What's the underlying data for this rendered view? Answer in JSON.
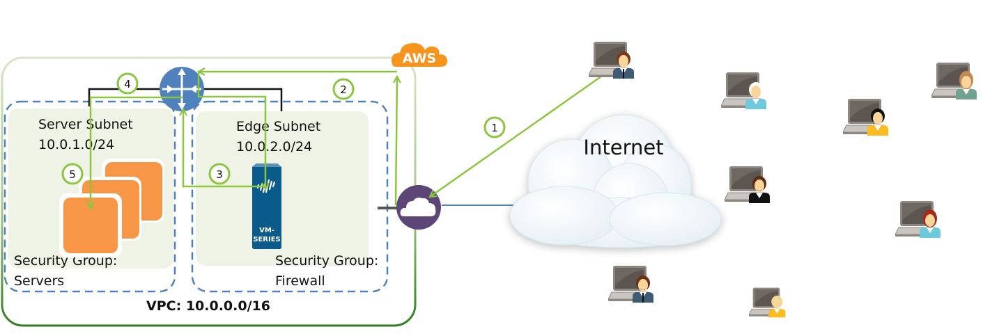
{
  "diagram": {
    "cloud_provider_badge": "AWS",
    "vpc": {
      "label": "VPC: 10.0.0.0/16"
    },
    "subnets": [
      {
        "id": "server",
        "name": "Server Subnet",
        "cidr": "10.0.1.0/24",
        "security_group_line1": "Security Group:",
        "security_group_line2": "Servers"
      },
      {
        "id": "edge",
        "name": "Edge Subnet",
        "cidr": "10.0.2.0/24",
        "security_group_line1": "Security Group:",
        "security_group_line2": "Firewall"
      }
    ],
    "firewall": {
      "line1": "VM-",
      "line2": "SERIES"
    },
    "internet": {
      "label": "Internet"
    },
    "steps": [
      "1",
      "2",
      "3",
      "4",
      "5"
    ],
    "icons": {
      "router": "router-icon",
      "internet_gateway": "internet-gateway-icon",
      "firewall": "vm-series-firewall-icon",
      "servers": "server-instances-icon",
      "users": "laptop-user-icon"
    },
    "colors": {
      "flow_arrow": "#8cc63f",
      "vpc_border": "#2e7d1e",
      "subnet_dash": "#4f81bd",
      "subnet_fill": "#eff3e6",
      "router": "#4f81bd",
      "gateway": "#5c4677",
      "server": "#f79646",
      "firewall": "#0a5a8a",
      "aws": "#f7941d"
    },
    "users": [
      {
        "id": "u1",
        "hair": "#7a3a1d",
        "shirt": "#3f5a73",
        "style": "suit-glasses"
      },
      {
        "id": "u2",
        "hair": "#ffffff",
        "shirt": "#6ec9dc",
        "style": "elder"
      },
      {
        "id": "u3",
        "hair": "#c08a52",
        "shirt": "#6fa38f",
        "style": "woman"
      },
      {
        "id": "u4",
        "hair": "#111111",
        "shirt": "#fbbb21",
        "style": "headset"
      },
      {
        "id": "u5",
        "hair": "#5a2a14",
        "shirt": "#111111",
        "style": "goatee"
      },
      {
        "id": "u6",
        "hair": "#a52a1c",
        "shirt": "#6ec9dc",
        "style": "woman"
      },
      {
        "id": "u7",
        "hair": "#6b3015",
        "shirt": "#3f5a73",
        "style": "suit-goatee"
      },
      {
        "id": "u8",
        "hair": "#f0d898",
        "shirt": "#fbbb21",
        "style": "blonde"
      }
    ]
  }
}
